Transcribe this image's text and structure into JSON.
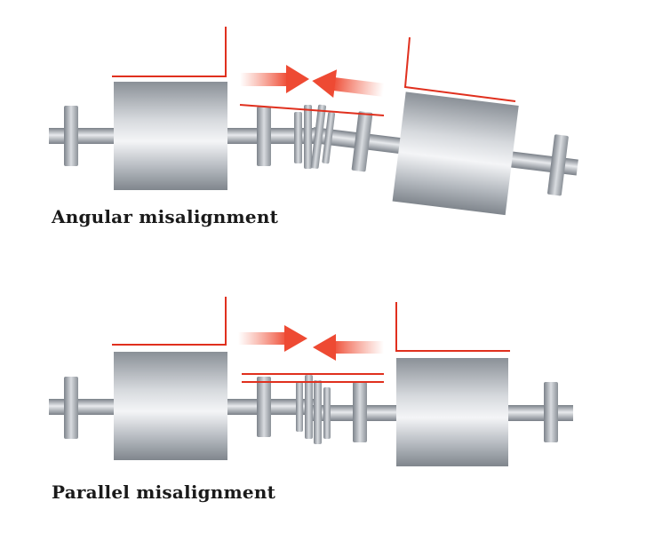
{
  "diagrams": [
    {
      "id": "angular",
      "caption": "Angular misalignment"
    },
    {
      "id": "parallel",
      "caption": "Parallel misalignment"
    }
  ],
  "colors": {
    "indicator_line": "#e0301e",
    "arrow": "#ee4a33",
    "metal_dark": "#7d838b",
    "metal_light": "#f4f5f7",
    "caption_text": "#1a1a1a"
  }
}
